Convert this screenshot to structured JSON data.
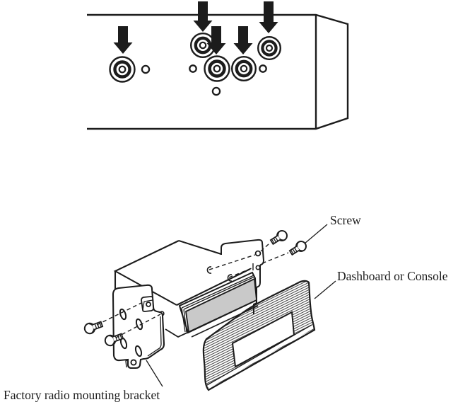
{
  "colors": {
    "line": "#1c1c1c",
    "faceplate_gray": "#c9c9c9",
    "background": "#ffffff"
  },
  "rear_panel_diagram": {
    "description": "rear panel with RCA output jacks indicated by arrows",
    "connector_count": 5,
    "arrow_count": 5,
    "small_hole_count": 4
  },
  "installation_diagram": {
    "labels": {
      "screw": "Screw",
      "dashboard": "Dashboard or Console",
      "bracket": "Factory radio mounting bracket"
    },
    "screw_count": 4
  }
}
